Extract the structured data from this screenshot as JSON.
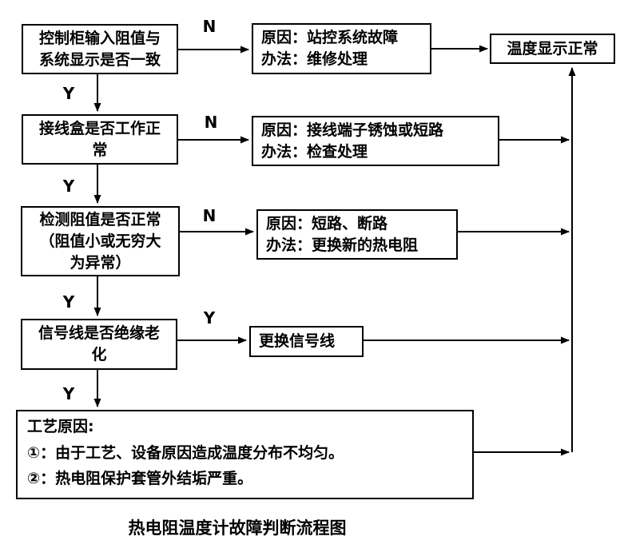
{
  "colors": {
    "line": "#000000",
    "background": "#ffffff",
    "text": "#000000"
  },
  "labels": {
    "yes": "Y",
    "no": "N"
  },
  "nodes": {
    "q1": {
      "lines": [
        "控制柜输入阻值与",
        "系统显示是否一致"
      ]
    },
    "q2": {
      "lines": [
        "接线盒是否工作正",
        "常"
      ]
    },
    "q3": {
      "lines": [
        "检测阻值是否正常",
        "（阻值小或无穷大",
        "为异常）"
      ]
    },
    "q4": {
      "lines": [
        "信号线是否绝缘老",
        "化"
      ]
    },
    "process": {
      "lines": [
        "工艺原因:",
        "①：由于工艺、设备原因造成温度分布不均匀。",
        "②：热电阻保护套管外结垢严重。"
      ]
    },
    "r1": {
      "lines": [
        "原因：站控系统故障",
        "办法：维修处理"
      ]
    },
    "r2": {
      "lines": [
        "原因：接线端子锈蚀或短路",
        "办法：检查处理"
      ]
    },
    "r3": {
      "lines": [
        "原因：短路、断路",
        "办法：更换新的热电阻"
      ]
    },
    "r4": {
      "lines": [
        "更换信号线"
      ]
    },
    "normal": {
      "lines": [
        "温度显示正常"
      ]
    }
  },
  "caption": "热电阻温度计故障判断流程图"
}
